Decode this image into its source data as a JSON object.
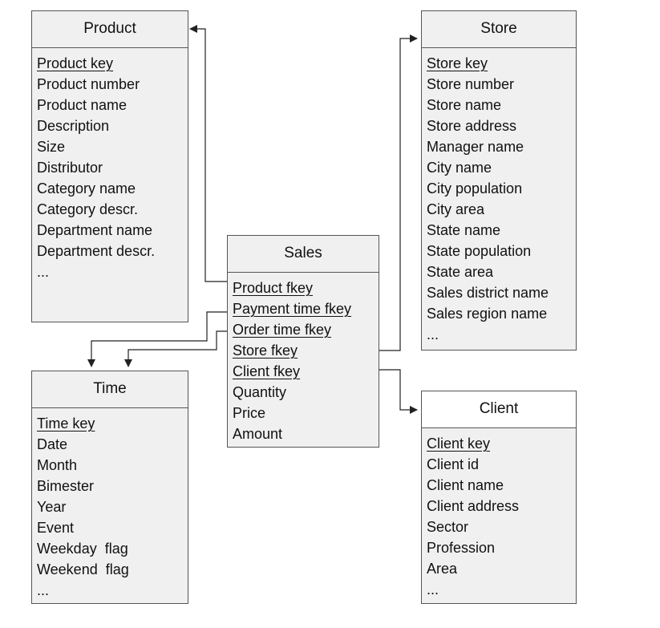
{
  "entities": {
    "product": {
      "title": "Product",
      "attributes": [
        "Product key",
        "Product number",
        "Product name",
        "Description",
        "Size",
        "Distributor",
        "Category name",
        "Category descr.",
        "Department name",
        "Department descr.",
        "..."
      ]
    },
    "store": {
      "title": "Store",
      "attributes": [
        "Store key",
        "Store number",
        "Store name",
        "Store address",
        "Manager name",
        "City name",
        "City population",
        "City area",
        "State name",
        "State population",
        "State area",
        "Sales district name",
        "Sales region name",
        "..."
      ]
    },
    "sales": {
      "title": "Sales",
      "attributes": [
        "Product fkey",
        "Payment time fkey",
        "Order time fkey",
        "Store fkey",
        "Client fkey",
        "Quantity",
        "Price",
        "Amount"
      ]
    },
    "time": {
      "title": "Time",
      "attributes": [
        "Time key",
        "Date",
        "Month",
        "Bimester",
        "Year",
        "Event",
        "Weekday  flag",
        "Weekend  flag",
        "..."
      ]
    },
    "client": {
      "title": "Client",
      "attributes": [
        "Client key",
        "Client id",
        "Client name",
        "Client address",
        "Sector",
        "Profession",
        "Area",
        "..."
      ]
    }
  }
}
